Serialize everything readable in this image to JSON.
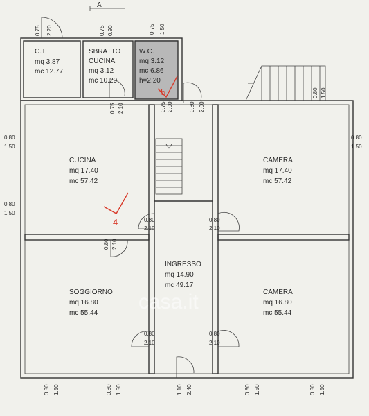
{
  "section_marker": "A",
  "watermark": "casa.it",
  "rooms": [
    {
      "id": "ct",
      "lines": [
        "C.T.",
        "mq  3.87",
        "mc  12.77"
      ]
    },
    {
      "id": "sbratto",
      "lines": [
        "SBRATTO",
        "CUCINA",
        "mq  3.12",
        "mc  10.29"
      ]
    },
    {
      "id": "wc",
      "lines": [
        "W.C.",
        "mq  3.12",
        "mc  6.86",
        "h=2.20"
      ]
    },
    {
      "id": "cucina",
      "lines": [
        "CUCINA",
        "mq  17.40",
        "mc  57.42"
      ]
    },
    {
      "id": "camera1",
      "lines": [
        "CAMERA",
        "mq  17.40",
        "mc  57.42"
      ]
    },
    {
      "id": "ingresso",
      "lines": [
        "INGRESSO",
        "mq  14.90",
        "mc  49.17"
      ]
    },
    {
      "id": "soggiorno",
      "lines": [
        "SOGGIORNO",
        "mq  16.80",
        "mc  55.44"
      ]
    },
    {
      "id": "camera2",
      "lines": [
        "CAMERA",
        "mq  16.80",
        "mc  55.44"
      ]
    }
  ],
  "openings": {
    "ct_door": [
      "0.75",
      "2.20"
    ],
    "sbratto_door": [
      "0.75",
      "0.90"
    ],
    "wc_window": [
      "0.75",
      "1.50"
    ],
    "cucina_top_door": [
      "0.75",
      "2.10"
    ],
    "wc_door": [
      "0.75",
      "2.00"
    ],
    "stair_door": [
      "0.80",
      "2.00"
    ],
    "back_window": [
      "0.80",
      "1.50"
    ],
    "cucina_window_1": [
      "0.80",
      "1.50"
    ],
    "cucina_window_2": [
      "0.80",
      "1.50"
    ],
    "camera1_window": [
      "0.80",
      "1.50"
    ],
    "cucina_door": [
      "0.80",
      "2.10"
    ],
    "camera1_door": [
      "0.80",
      "2.10"
    ],
    "soggiorno_door_vert": [
      "0.80",
      "2.10"
    ],
    "soggiorno_door": [
      "0.80",
      "2.10"
    ],
    "camera2_door": [
      "0.80",
      "2.10"
    ],
    "bottom_window_1": [
      "0.80",
      "1.50"
    ],
    "bottom_window_2": [
      "0.80",
      "1.50"
    ],
    "entrance_door": [
      "1.10",
      "2.40"
    ],
    "bottom_window_3": [
      "0.80",
      "1.50"
    ],
    "bottom_window_4": [
      "0.80",
      "1.50"
    ]
  },
  "annotations": {
    "check_4": "4",
    "check_5": "5"
  }
}
